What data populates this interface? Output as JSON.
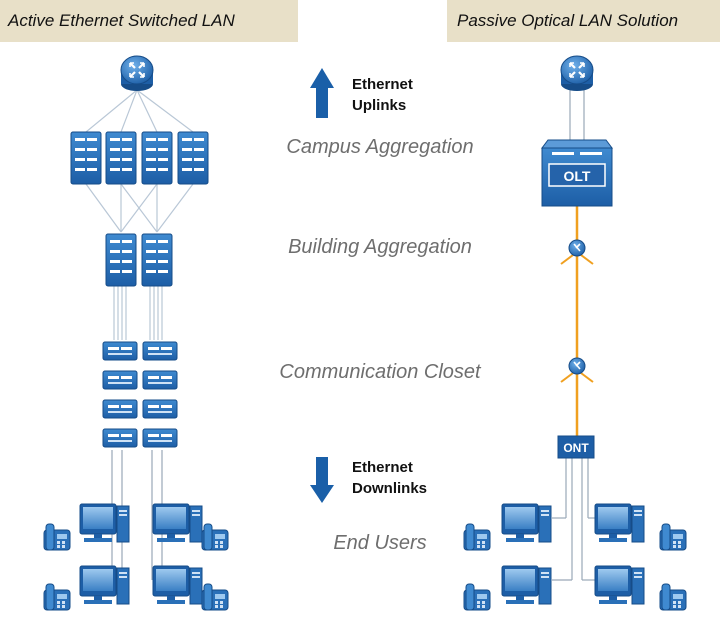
{
  "titles": {
    "left": "Active Ethernet Switched LAN",
    "right": "Passive Optical LAN Solution"
  },
  "tiers": {
    "campus": "Campus Aggregation",
    "building": "Building Aggregation",
    "closet": "Communication Closet",
    "users": "End Users"
  },
  "links": {
    "up_line1": "Ethernet",
    "up_line2": "Uplinks",
    "down_line1": "Ethernet",
    "down_line2": "Downlinks"
  },
  "devices": {
    "olt_label": "OLT",
    "ont_label": "ONT"
  },
  "colors": {
    "device_blue": "#2a70b8",
    "fiber": "#f0a020",
    "arrow": "#1a5fa8"
  }
}
